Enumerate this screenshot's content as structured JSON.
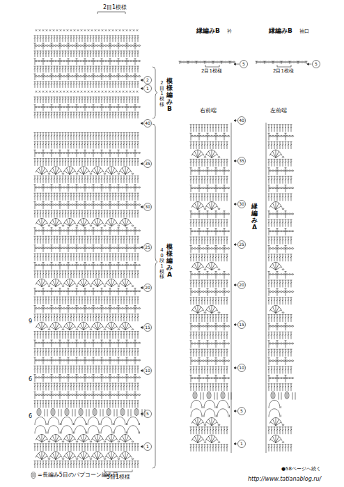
{
  "diagram": {
    "labels": [
      "2目1模様",
      "2",
      "1",
      "模様編みB",
      "2目1模様",
      "縁編みB",
      "衿",
      "5",
      "2目1模様",
      "縁編みB",
      "袖口",
      "5",
      "2目1模様",
      "右前端",
      "左前端",
      "縁編みA",
      "模様編みA",
      "40段1模様",
      "40",
      "35",
      "30",
      "25",
      "20",
      "15",
      "10",
      "5",
      "1",
      "40",
      "35",
      "30",
      "25",
      "20",
      "15",
      "10",
      "5",
      "1",
      "9",
      "6",
      "6",
      "5目1模様",
      "●58ページへ続く",
      "http://www.tatianablog.ru/"
    ],
    "legend": [
      {
        "text": "=長編み5目のパプコーン編み目"
      }
    ]
  }
}
